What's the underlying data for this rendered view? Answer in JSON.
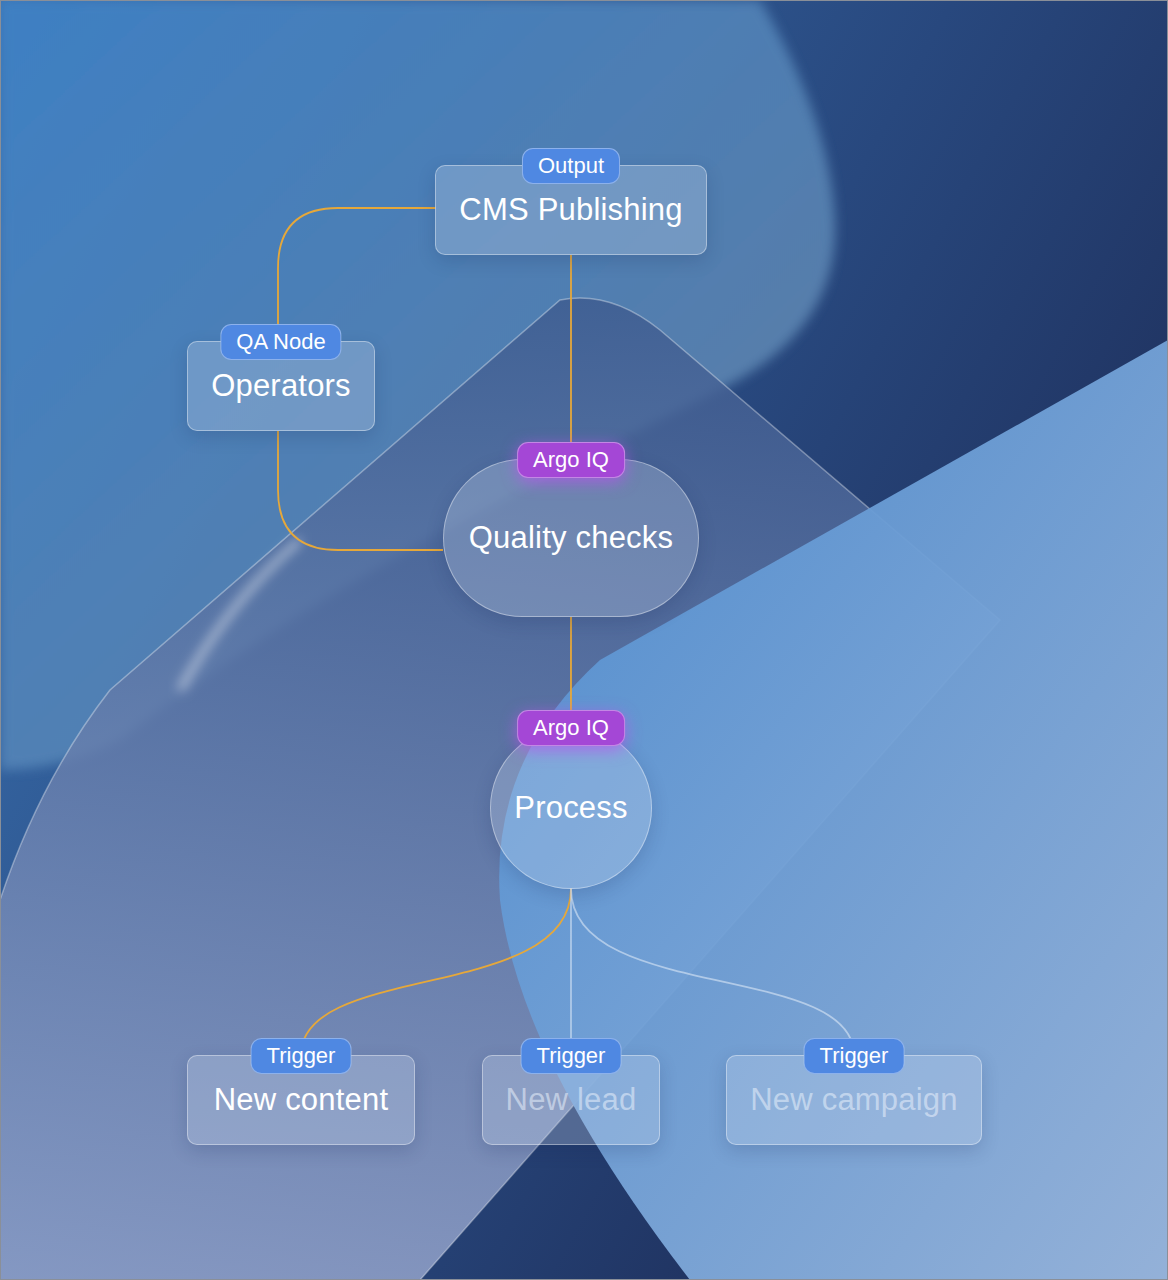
{
  "diagram": {
    "nodes": [
      {
        "text": [
          "Output",
          "CMS Publishing"
        ]
      },
      {
        "text": [
          "QA Node",
          "Operators"
        ]
      },
      {
        "text": [
          "Argo IQ",
          "Quality checks"
        ]
      },
      {
        "text": [
          "Argo IQ",
          "Process"
        ]
      },
      {
        "text": [
          "Trigger",
          "New content"
        ]
      },
      {
        "text": [
          "Trigger",
          "New lead"
        ]
      },
      {
        "text": [
          "Trigger",
          "New campaign"
        ]
      }
    ],
    "edges": [
      {
        "from": 4,
        "to": 3,
        "arrow": "none"
      },
      {
        "from": 5,
        "to": 3,
        "arrow": "none"
      },
      {
        "from": 6,
        "to": 3,
        "arrow": "none"
      },
      {
        "from": 3,
        "to": 2,
        "arrow": "none"
      },
      {
        "from": 2,
        "to": 1,
        "arrow": "none"
      },
      {
        "from": 1,
        "to": 0,
        "arrow": "none"
      },
      {
        "from": 2,
        "to": 0,
        "arrow": "none"
      }
    ]
  }
}
